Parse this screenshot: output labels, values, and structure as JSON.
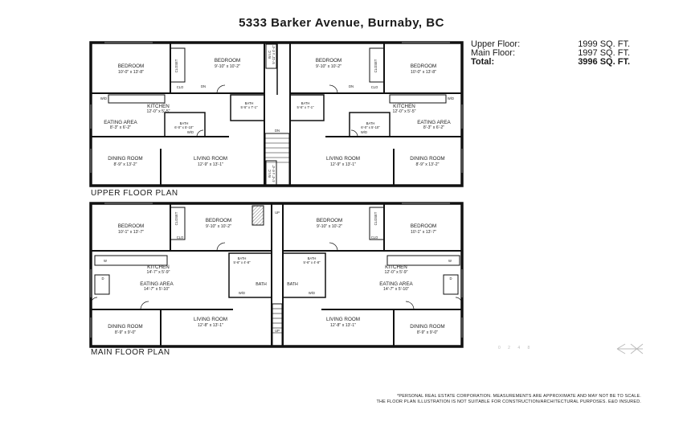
{
  "title": "5333 Barker Avenue, Burnaby, BC",
  "area_table": {
    "rows": [
      {
        "label": "Upper Floor:",
        "value": "1999 SQ. FT."
      },
      {
        "label": "Main Floor:",
        "value": "1997 SQ. FT."
      },
      {
        "label": "Total:",
        "value": "3996 SQ. FT."
      }
    ]
  },
  "upper_plan": {
    "label": "UPPER FLOOR PLAN",
    "rooms": [
      {
        "name": "BEDROOM",
        "dims": "10'-0\" x 13'-8\""
      },
      {
        "name": "BEDROOM",
        "dims": "9'-10\" x 10'-2\""
      },
      {
        "name": "BEDROOM",
        "dims": "9'-10\" x 10'-2\""
      },
      {
        "name": "BEDROOM",
        "dims": "10'-0\" x 13'-8\""
      },
      {
        "name": "KITCHEN",
        "dims": "12'-0\" x 5'-5\""
      },
      {
        "name": "KITCHEN",
        "dims": "12'-0\" x 5'-5\""
      },
      {
        "name": "EATING AREA",
        "dims": "8'-3\" x 6'-2\""
      },
      {
        "name": "EATING AREA",
        "dims": "8'-3\" x 6'-2\""
      },
      {
        "name": "BATH",
        "dims": "5'-5\" x 7'-1\""
      },
      {
        "name": "BATH",
        "dims": "5'-5\" x 7'-1\""
      },
      {
        "name": "BATH",
        "dims": "6'-0\" x 5'-10\""
      },
      {
        "name": "BATH",
        "dims": "6'-0\" x 5'-10\""
      },
      {
        "name": "DINING ROOM",
        "dims": "8'-9\" x 13'-2\""
      },
      {
        "name": "LIVING ROOM",
        "dims": "12'-9\" x 13'-1\""
      },
      {
        "name": "LIVING ROOM",
        "dims": "12'-9\" x 13'-1\""
      },
      {
        "name": "DINING ROOM",
        "dims": "8'-9\" x 13'-2\""
      },
      {
        "name": "W.I.C",
        "dims": "5'-11\" x 4'-4\""
      },
      {
        "name": "W.I.C",
        "dims": "4'-4\" x 6'-4\""
      }
    ],
    "tags": {
      "closet": "CLOSET",
      "clo": "CLO",
      "dn": "DN",
      "wd": "W/D"
    }
  },
  "main_plan": {
    "label": "MAIN FLOOR PLAN",
    "rooms": [
      {
        "name": "BEDROOM",
        "dims": "10'-1\" x 13'-7\""
      },
      {
        "name": "BEDROOM",
        "dims": "9'-10\" x 10'-2\""
      },
      {
        "name": "BEDROOM",
        "dims": "9'-10\" x 10'-2\""
      },
      {
        "name": "BEDROOM",
        "dims": "10'-1\" x 13'-7\""
      },
      {
        "name": "KITCHEN",
        "dims": "14'-7\" x 5'-9\""
      },
      {
        "name": "KITCHEN",
        "dims": "12'-0\" x 5'-9\""
      },
      {
        "name": "EATING AREA",
        "dims": "14'-7\" x 5'-10\""
      },
      {
        "name": "EATING AREA",
        "dims": "14'-7\" x 5'-10\""
      },
      {
        "name": "BATH",
        "dims": "5'-6\" x 4'-8\""
      },
      {
        "name": "BATH",
        "dims": "5'-6\" x 4'-8\""
      },
      {
        "name": "BATH",
        "dims": ""
      },
      {
        "name": "BATH",
        "dims": ""
      },
      {
        "name": "DINING ROOM",
        "dims": "8'-9\" x 9'-0\""
      },
      {
        "name": "LIVING ROOM",
        "dims": "12'-8\" x 13'-1\""
      },
      {
        "name": "LIVING ROOM",
        "dims": "12'-8\" x 13'-1\""
      },
      {
        "name": "DINING ROOM",
        "dims": "8'-9\" x 9'-0\""
      }
    ],
    "tags": {
      "closet": "CLOSET",
      "clo": "CLO",
      "up": "UP",
      "wd": "W/D",
      "w": "W",
      "d": "D"
    }
  },
  "disclaimer": {
    "line1": "*PERSONAL REAL ESTATE CORPORATION. MEASUREMENTS ARE APPROXIMATE AND MAY NOT BE TO SCALE.",
    "line2": "THE FLOOR PLAN ILLUSTRATION IS NOT SUITABLE FOR CONSTRUCTION/ARCHITECTURAL PURPOSES. E&O INSURED."
  },
  "scale_bar": "0 2 4 8"
}
